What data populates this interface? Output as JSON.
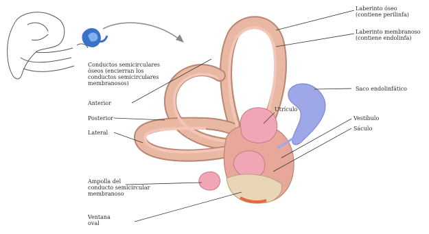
{
  "labels": {
    "laberinto_oseo": "Laberinto óseo\n(contiene perilinfa)",
    "laberinto_membranoso": "Laberinto membranoso\n(contiene endolinfa)",
    "conductos": "Conductos semicirculares\nóseos (encierran los\nconductos semicirculares\nmembranosos)",
    "anterior": "Anterior",
    "posterior": "Posterior",
    "lateral": "Lateral",
    "utriculo": "Utrículo",
    "saco": "Saco endolinfático",
    "vestibulo": "Vestíbulo",
    "saculo": "Sáculo",
    "ampolla": "Ampolla del\nconducto semicircular\nmembranoso",
    "ventana": "Ventana\noval"
  },
  "colors": {
    "bone": "#e8b8a2",
    "bone_dark": "#b98470",
    "membrane": "#f0a6b4",
    "sac": "#9ea8e8",
    "leader": "#333333"
  }
}
